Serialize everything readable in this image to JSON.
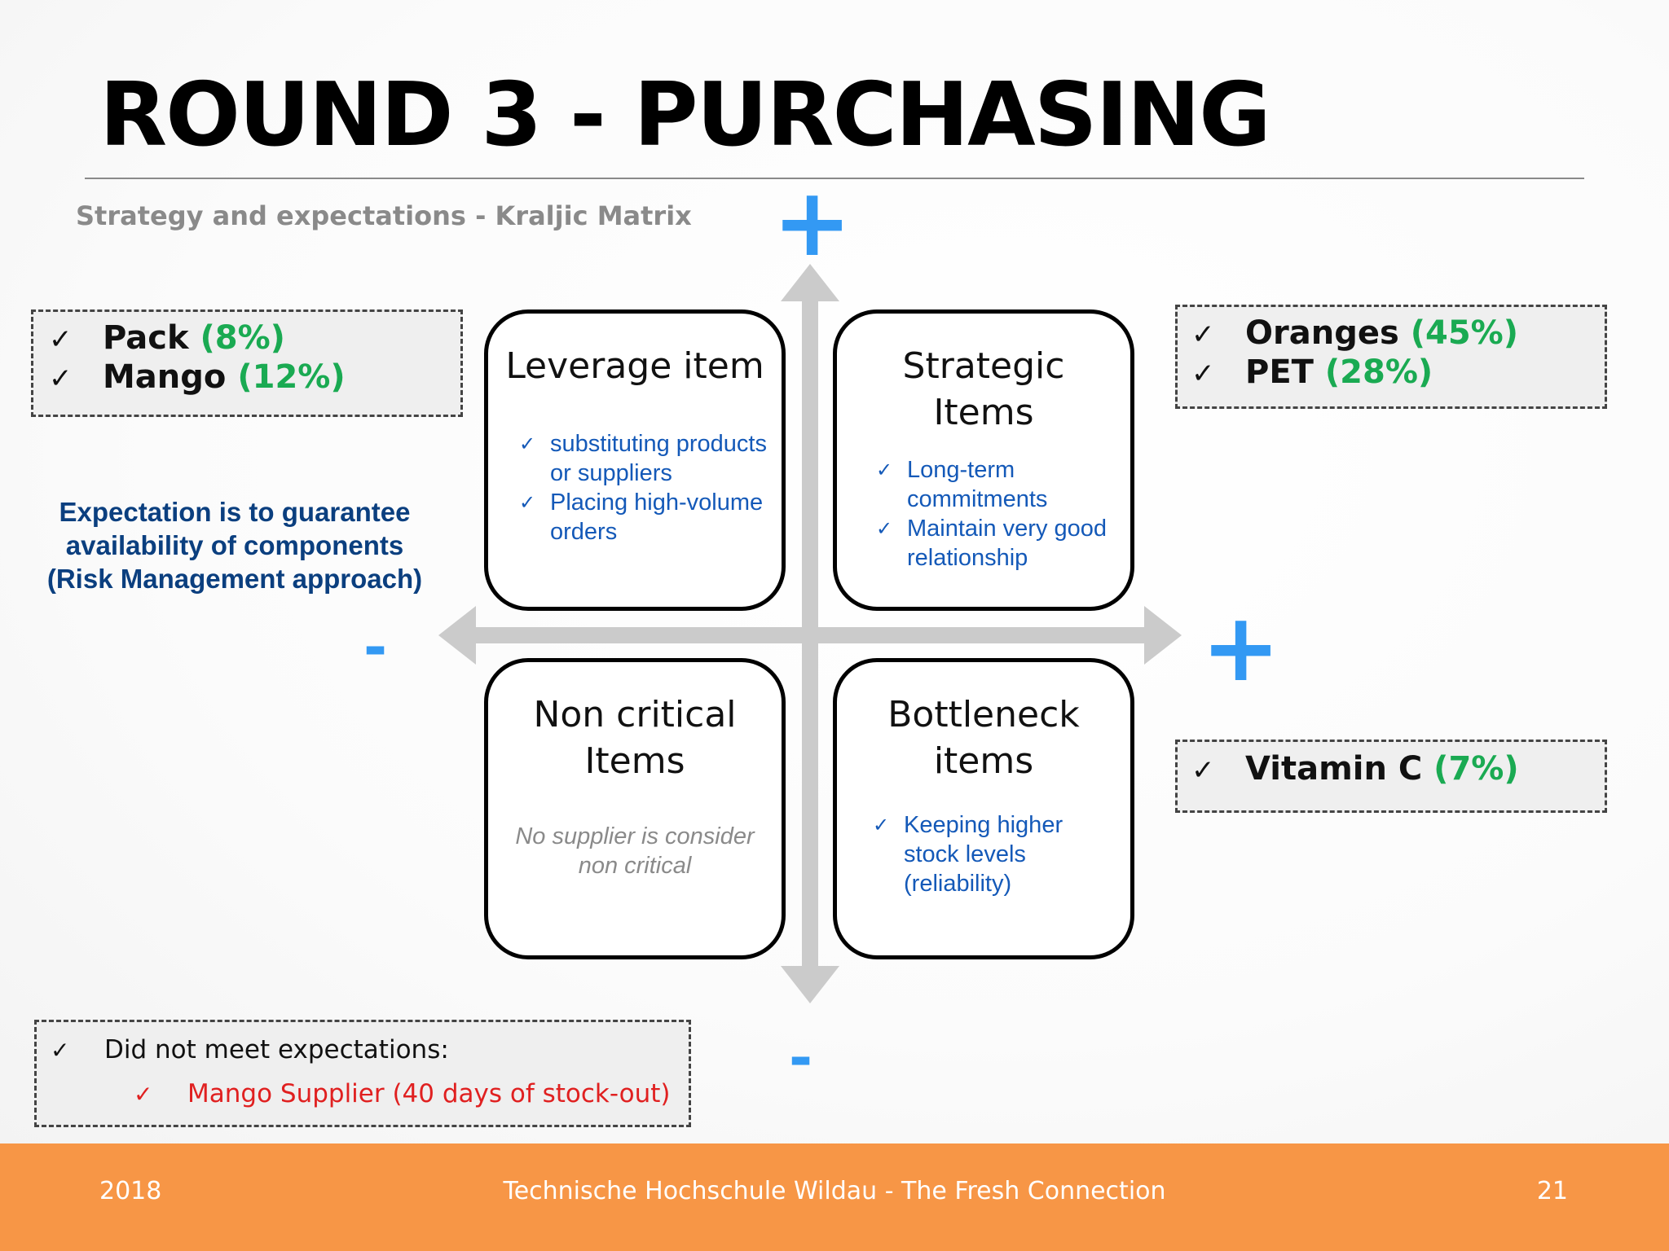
{
  "slide": {
    "title": "ROUND 3 - PURCHASING",
    "subtitle": "Strategy and expectations - Kraljic Matrix"
  },
  "axes": {
    "plus_top": "+",
    "plus_right": "+",
    "minus_left": "-",
    "minus_bottom": "-",
    "axis_color": "#cbcbcb",
    "sign_color": "#3399f3"
  },
  "quadrants": {
    "leverage": {
      "title": "Leverage item",
      "bullets": [
        "substituting products or suppliers",
        "Placing high-volume orders"
      ]
    },
    "strategic": {
      "title_lines": [
        "Strategic",
        "Items"
      ],
      "bullets": [
        "Long-term commitments",
        "Maintain very good relationship"
      ]
    },
    "noncritical": {
      "title_lines": [
        "Non critical",
        "Items"
      ],
      "note": "No supplier is consider non critical"
    },
    "bottleneck": {
      "title_lines": [
        "Bottleneck",
        "items"
      ],
      "bullets": [
        "Keeping higher stock levels (reliability)"
      ]
    }
  },
  "item_boxes": {
    "leverage": [
      {
        "name": "Pack",
        "pct": "(8%)"
      },
      {
        "name": "Mango",
        "pct": "(12%)"
      }
    ],
    "strategic": [
      {
        "name": "Oranges",
        "pct": "(45%)"
      },
      {
        "name": "PET",
        "pct": "(28%)"
      }
    ],
    "bottleneck": [
      {
        "name": "Vitamin C",
        "pct": "(7%)"
      }
    ]
  },
  "check_glyph": "✓",
  "expectation": "Expectation is to guarantee availability of components (Risk Management approach)",
  "unmet": {
    "heading": "Did not meet expectations:",
    "item": "Mango Supplier (40 days of stock-out)"
  },
  "footer": {
    "year": "2018",
    "center": "Technische Hochschule Wildau - The Fresh Connection",
    "page": "21",
    "color": "#f79646"
  }
}
